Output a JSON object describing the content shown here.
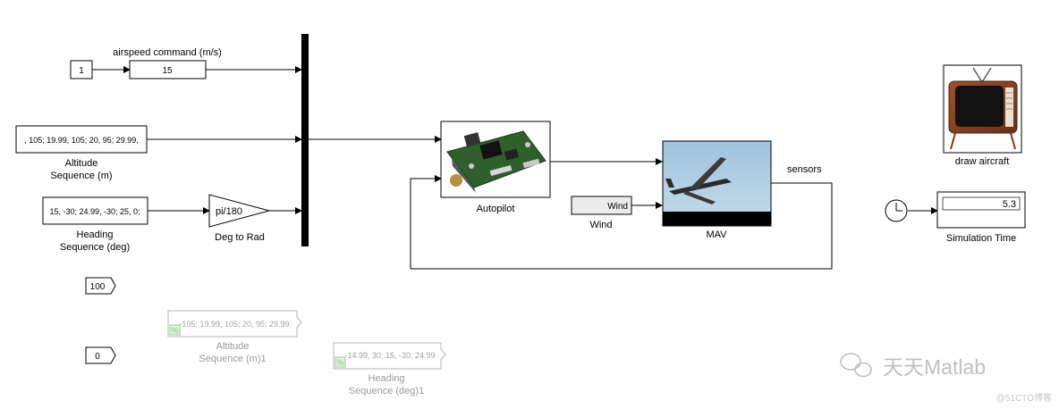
{
  "blocks": {
    "const_airspeed": "1",
    "airspeed_gain": "15",
    "airspeed_label": "airspeed command (m/s)",
    "altitude_seq_value": ", 105; 19.99, 105; 20, 95; 29.99,",
    "altitude_label_1": "Altitude",
    "altitude_label_2": "Sequence (m)",
    "heading_seq_value": "15, -30; 24.99, -30; 25, 0;",
    "heading_label_1": "Heading",
    "heading_label_2": "Sequence (deg)",
    "deg_to_rad_gain": "pi/180",
    "deg_to_rad_label": "Deg to Rad",
    "autopilot_label": "Autopilot",
    "wind_block_text": "Wind",
    "wind_label": "Wind",
    "mav_label": "MAV",
    "sensors_label": "sensors",
    "draw_aircraft_label": "draw aircraft",
    "sim_time_value": "5.3",
    "sim_time_label": "Simulation Time",
    "goto_100": "100",
    "goto_0": "0",
    "alt_seq_disabled_value": "-105; 19.99, 105; 20, 95; 29.99",
    "alt_seq_disabled_label_1": "Altitude",
    "alt_seq_disabled_label_2": "Sequence (m)1",
    "head_seq_disabled_value": "-14.99, 30; 15, -30; 24.99",
    "head_seq_disabled_label_1": "Heading",
    "head_seq_disabled_label_2": "Sequence (deg)1"
  },
  "watermark": {
    "brand": "天天Matlab",
    "source": "@51CTO博客"
  }
}
